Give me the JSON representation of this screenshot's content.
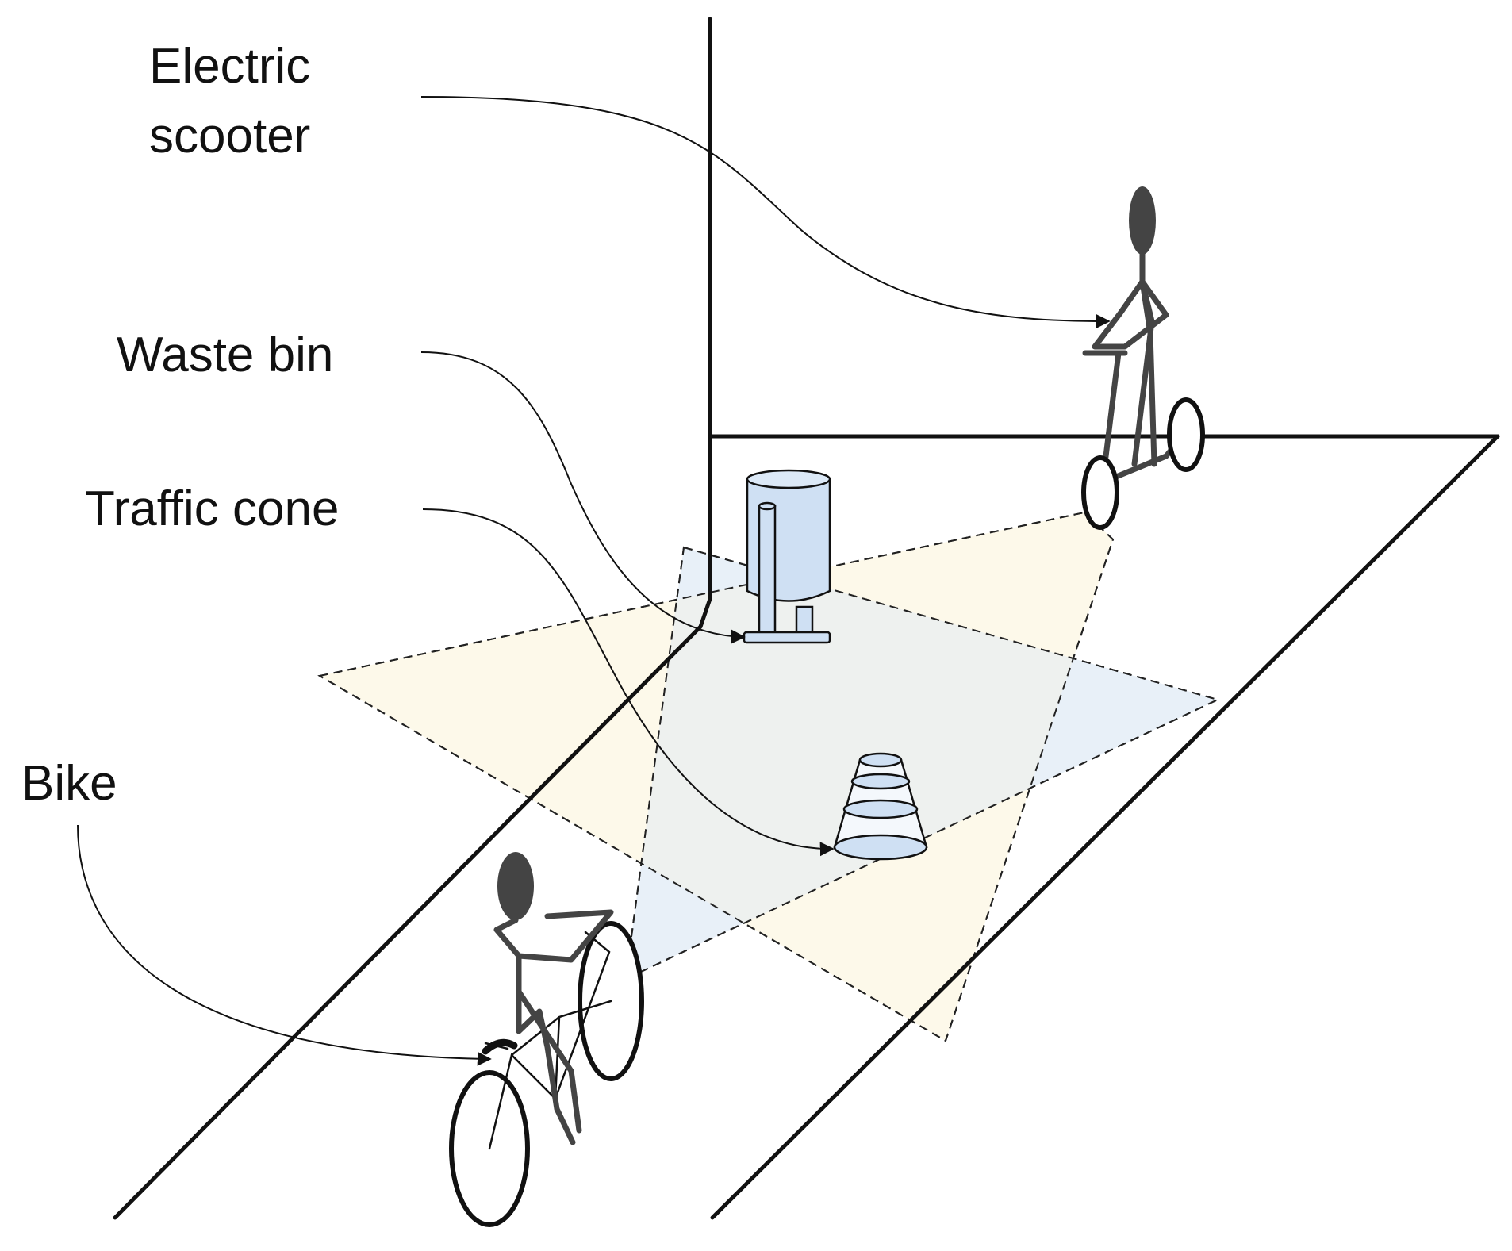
{
  "labels": {
    "scooter_line1": "Electric",
    "scooter_line2": "scooter",
    "waste_bin": "Waste bin",
    "traffic_cone": "Traffic cone",
    "bike": "Bike"
  },
  "colors": {
    "object_fill": "#cfe0f3",
    "fov_yellow": "#fdf9ea",
    "fov_blue": "#e8f0f8",
    "fov_overlap": "#eef1ef",
    "line": "#111111",
    "rider": "#444444"
  }
}
